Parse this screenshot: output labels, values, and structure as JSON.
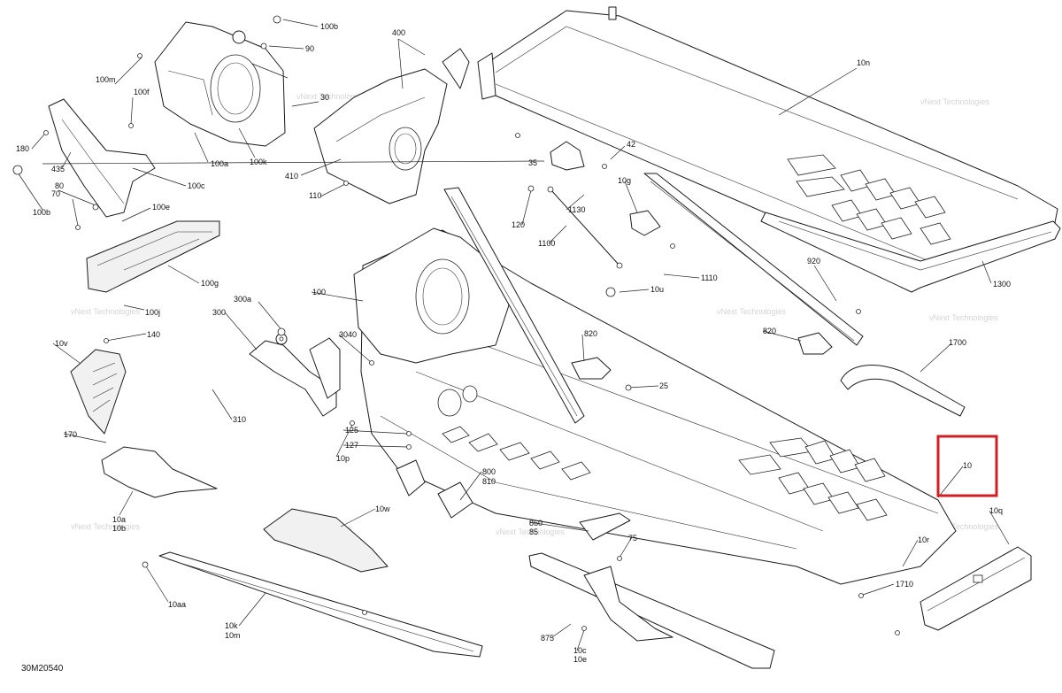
{
  "diagram": {
    "code": "30M20540",
    "watermark": "vNext Technologies",
    "highlight_color": "#d21f26",
    "highlighted_label": "10",
    "callouts": [
      {
        "id": "100b-top",
        "text": "100b"
      },
      {
        "id": "90",
        "text": "90"
      },
      {
        "id": "400",
        "text": "400"
      },
      {
        "id": "10n",
        "text": "10n"
      },
      {
        "id": "100m",
        "text": "100m"
      },
      {
        "id": "100f",
        "text": "100f"
      },
      {
        "id": "30",
        "text": "30"
      },
      {
        "id": "42",
        "text": "42"
      },
      {
        "id": "180",
        "text": "180"
      },
      {
        "id": "35",
        "text": "35"
      },
      {
        "id": "435",
        "text": "435"
      },
      {
        "id": "100a",
        "text": "100a"
      },
      {
        "id": "100k",
        "text": "100k"
      },
      {
        "id": "410",
        "text": "410"
      },
      {
        "id": "100c",
        "text": "100c"
      },
      {
        "id": "10g",
        "text": "10g"
      },
      {
        "id": "80",
        "text": "80"
      },
      {
        "id": "70",
        "text": "70"
      },
      {
        "id": "110",
        "text": "110"
      },
      {
        "id": "1130",
        "text": "1130"
      },
      {
        "id": "100b-bot",
        "text": "100b"
      },
      {
        "id": "100e",
        "text": "100e"
      },
      {
        "id": "120",
        "text": "120"
      },
      {
        "id": "1100",
        "text": "1100"
      },
      {
        "id": "920",
        "text": "920"
      },
      {
        "id": "1300",
        "text": "1300"
      },
      {
        "id": "100g",
        "text": "100g"
      },
      {
        "id": "1110",
        "text": "1110"
      },
      {
        "id": "10u",
        "text": "10u"
      },
      {
        "id": "300a",
        "text": "300a"
      },
      {
        "id": "100",
        "text": "100"
      },
      {
        "id": "100j",
        "text": "100j"
      },
      {
        "id": "300",
        "text": "300"
      },
      {
        "id": "3040",
        "text": "3040"
      },
      {
        "id": "820a",
        "text": "820"
      },
      {
        "id": "820b",
        "text": "820"
      },
      {
        "id": "140",
        "text": "140"
      },
      {
        "id": "1700",
        "text": "1700"
      },
      {
        "id": "10v",
        "text": "10v"
      },
      {
        "id": "25",
        "text": "25"
      },
      {
        "id": "310",
        "text": "310"
      },
      {
        "id": "170",
        "text": "170"
      },
      {
        "id": "125",
        "text": "125"
      },
      {
        "id": "127",
        "text": "127"
      },
      {
        "id": "10p",
        "text": "10p"
      },
      {
        "id": "10",
        "text": "10"
      },
      {
        "id": "800",
        "text": "800"
      },
      {
        "id": "810",
        "text": "810"
      },
      {
        "id": "10w",
        "text": "10w"
      },
      {
        "id": "10a",
        "text": "10a"
      },
      {
        "id": "10b",
        "text": "10b"
      },
      {
        "id": "860",
        "text": "860"
      },
      {
        "id": "85",
        "text": "85"
      },
      {
        "id": "10q",
        "text": "10q"
      },
      {
        "id": "75",
        "text": "75"
      },
      {
        "id": "10r",
        "text": "10r"
      },
      {
        "id": "10aa",
        "text": "10aa"
      },
      {
        "id": "1710",
        "text": "1710"
      },
      {
        "id": "10k",
        "text": "10k"
      },
      {
        "id": "10m",
        "text": "10m"
      },
      {
        "id": "875",
        "text": "875"
      },
      {
        "id": "10c",
        "text": "10c"
      },
      {
        "id": "10e",
        "text": "10e"
      }
    ]
  }
}
